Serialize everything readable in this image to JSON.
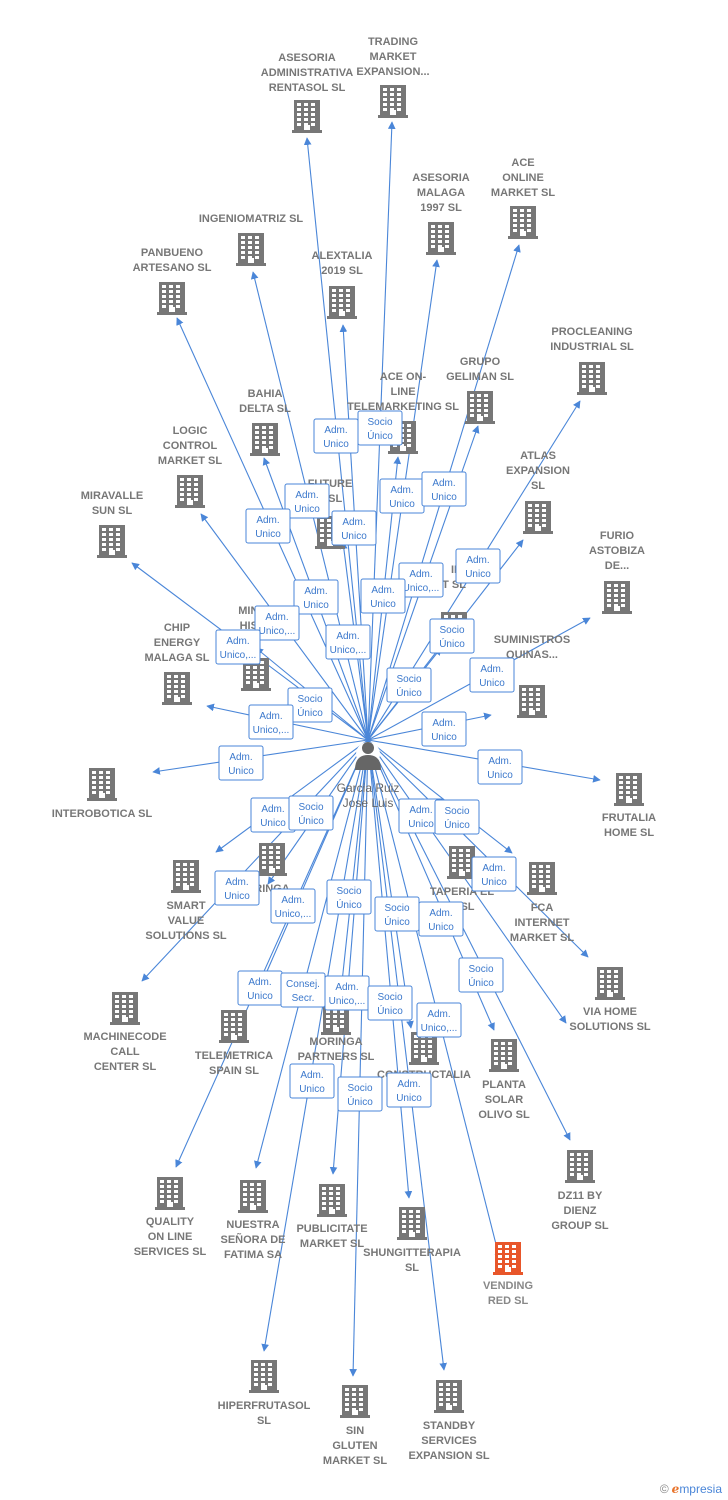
{
  "center": {
    "name_line1": "Garcia Ruiz",
    "name_line2": "Jose Luis"
  },
  "companies": [
    {
      "lines": [
        "ASESORIA",
        "ADMINISTRATIVA",
        "RENTASOL SL"
      ]
    },
    {
      "lines": [
        "TRADING",
        "MARKET",
        "EXPANSION..."
      ]
    },
    {
      "lines": [
        "ASESORIA",
        "MALAGA",
        "1997  SL"
      ]
    },
    {
      "lines": [
        "ACE",
        "ONLINE",
        "MARKET SL"
      ]
    },
    {
      "lines": [
        "INGENIOMATRIZ SL"
      ]
    },
    {
      "lines": [
        "PANBUENO",
        "ARTESANO  SL"
      ]
    },
    {
      "lines": [
        "ALEXTALIA",
        "2019  SL"
      ]
    },
    {
      "lines": [
        "PROCLEANING",
        "INDUSTRIAL SL"
      ]
    },
    {
      "lines": [
        "GRUPO",
        "GELIMAN  SL"
      ]
    },
    {
      "lines": [
        "ACE ON-",
        "LINE",
        "TELEMARKETING SL"
      ]
    },
    {
      "lines": [
        "BAHIA",
        "DELTA SL"
      ]
    },
    {
      "lines": [
        "LOGIC",
        "CONTROL",
        "MARKET  SL"
      ]
    },
    {
      "lines": [
        "ATLAS",
        "EXPANSION",
        "SL"
      ]
    },
    {
      "lines": [
        "MIRAVALLE",
        "SUN  SL"
      ]
    },
    {
      "lines": [
        "FUTURE",
        "E  SL"
      ]
    },
    {
      "lines": [
        "FURIO",
        "ASTOBIZA",
        "DE..."
      ]
    },
    {
      "lines": [
        "MINER",
        "HISPA"
      ]
    },
    {
      "lines": [
        "CHIP",
        "ENERGY",
        "MALAGA  SL"
      ]
    },
    {
      "lines": [
        "SUMINISTROS",
        "QUINAS..."
      ]
    },
    {
      "lines": [
        "II",
        "T SL"
      ]
    },
    {
      "lines": [
        "INTEROBOTICA SL"
      ]
    },
    {
      "lines": [
        "FRUTALIA",
        "HOME  SL"
      ]
    },
    {
      "lines": [
        "SMART",
        "VALUE",
        "SOLUTIONS SL"
      ]
    },
    {
      "lines": [
        "RINGA"
      ]
    },
    {
      "lines": [
        "TAPERIA EL",
        "R SL"
      ]
    },
    {
      "lines": [
        "FCA",
        "INTERNET",
        "MARKET  SL"
      ]
    },
    {
      "lines": [
        "MACHINECODE",
        "CALL",
        "CENTER  SL"
      ]
    },
    {
      "lines": [
        "TELEMETRICA",
        "SPAIN  SL"
      ]
    },
    {
      "lines": [
        "MORINGA",
        "PARTNERS  SL"
      ]
    },
    {
      "lines": [
        "CONSTRUCTALIA",
        "SL"
      ]
    },
    {
      "lines": [
        "VIA HOME",
        "SOLUTIONS SL"
      ]
    },
    {
      "lines": [
        "PLANTA",
        "SOLAR",
        "OLIVO SL"
      ]
    },
    {
      "lines": [
        "QUALITY",
        "ON LINE",
        "SERVICES  SL"
      ]
    },
    {
      "lines": [
        "NUESTRA",
        "SEÑORA DE",
        "FATIMA SA"
      ]
    },
    {
      "lines": [
        "PUBLICITATE",
        "MARKET  SL"
      ]
    },
    {
      "lines": [
        "SHUNGITTERAPIA",
        "SL"
      ]
    },
    {
      "lines": [
        "VENDING",
        "RED  SL"
      ]
    },
    {
      "lines": [
        "DZ11 BY",
        "DIENZ",
        "GROUP  SL"
      ]
    },
    {
      "lines": [
        "HIPERFRUTASOL",
        "SL"
      ]
    },
    {
      "lines": [
        "SIN",
        "GLUTEN",
        "MARKET  SL"
      ]
    },
    {
      "lines": [
        "STANDBY",
        "SERVICES",
        "EXPANSION SL"
      ]
    }
  ],
  "badges": [
    {
      "lines": [
        "Adm.",
        "Unico"
      ]
    },
    {
      "lines": [
        "Socio",
        "Único"
      ]
    },
    {
      "lines": [
        "Adm.",
        "Unico"
      ]
    },
    {
      "lines": [
        "Adm.",
        "Unico"
      ]
    },
    {
      "lines": [
        "Adm.",
        "Unico"
      ]
    },
    {
      "lines": [
        "Adm.",
        "Unico"
      ]
    },
    {
      "lines": [
        "Adm.",
        "Unico"
      ]
    },
    {
      "lines": [
        "Adm.",
        "Unico"
      ]
    },
    {
      "lines": [
        "Adm.",
        "Unico,..."
      ]
    },
    {
      "lines": [
        "Adm.",
        "Unico"
      ]
    },
    {
      "lines": [
        "Adm.",
        "Unico"
      ]
    },
    {
      "lines": [
        "Adm.",
        "Unico,..."
      ]
    },
    {
      "lines": [
        "Adm.",
        "Unico,..."
      ]
    },
    {
      "lines": [
        "Socio",
        "Único"
      ]
    },
    {
      "lines": [
        "Adm.",
        "Unico,..."
      ]
    },
    {
      "lines": [
        "Adm.",
        "Unico"
      ]
    },
    {
      "lines": [
        "Socio",
        "Único"
      ]
    },
    {
      "lines": [
        "Socio",
        "Único"
      ]
    },
    {
      "lines": [
        "Adm.",
        "Unico,..."
      ]
    },
    {
      "lines": [
        "Adm.",
        "Unico"
      ]
    },
    {
      "lines": [
        "Adm.",
        "Unico"
      ]
    },
    {
      "lines": [
        "Adm.",
        "Unico"
      ]
    },
    {
      "lines": [
        "Adm.",
        "Unico"
      ]
    },
    {
      "lines": [
        "Socio",
        "Único"
      ]
    },
    {
      "lines": [
        "Adm.",
        "Unico"
      ]
    },
    {
      "lines": [
        "Socio",
        "Único"
      ]
    },
    {
      "lines": [
        "Adm.",
        "Unico"
      ]
    },
    {
      "lines": [
        "Adm.",
        "Unico"
      ]
    },
    {
      "lines": [
        "Socio",
        "Único"
      ]
    },
    {
      "lines": [
        "Adm.",
        "Unico,..."
      ]
    },
    {
      "lines": [
        "Socio",
        "Único"
      ]
    },
    {
      "lines": [
        "Adm.",
        "Unico"
      ]
    },
    {
      "lines": [
        "Socio",
        "Único"
      ]
    },
    {
      "lines": [
        "Adm.",
        "Unico"
      ]
    },
    {
      "lines": [
        "Consej.",
        "Secr."
      ]
    },
    {
      "lines": [
        "Adm.",
        "Unico,..."
      ]
    },
    {
      "lines": [
        "Socio",
        "Único"
      ]
    },
    {
      "lines": [
        "Adm.",
        "Unico,..."
      ]
    },
    {
      "lines": [
        "Adm.",
        "Unico"
      ]
    },
    {
      "lines": [
        "Socio",
        "Único"
      ]
    },
    {
      "lines": [
        "Adm.",
        "Unico"
      ]
    }
  ],
  "footer": {
    "copyright": "©",
    "brand_e": "e",
    "brand_rest": "mpresia"
  },
  "colors": {
    "edge": "#4a86d8",
    "building": "#777777",
    "highlight": "#e8562a",
    "person": "#666666"
  }
}
